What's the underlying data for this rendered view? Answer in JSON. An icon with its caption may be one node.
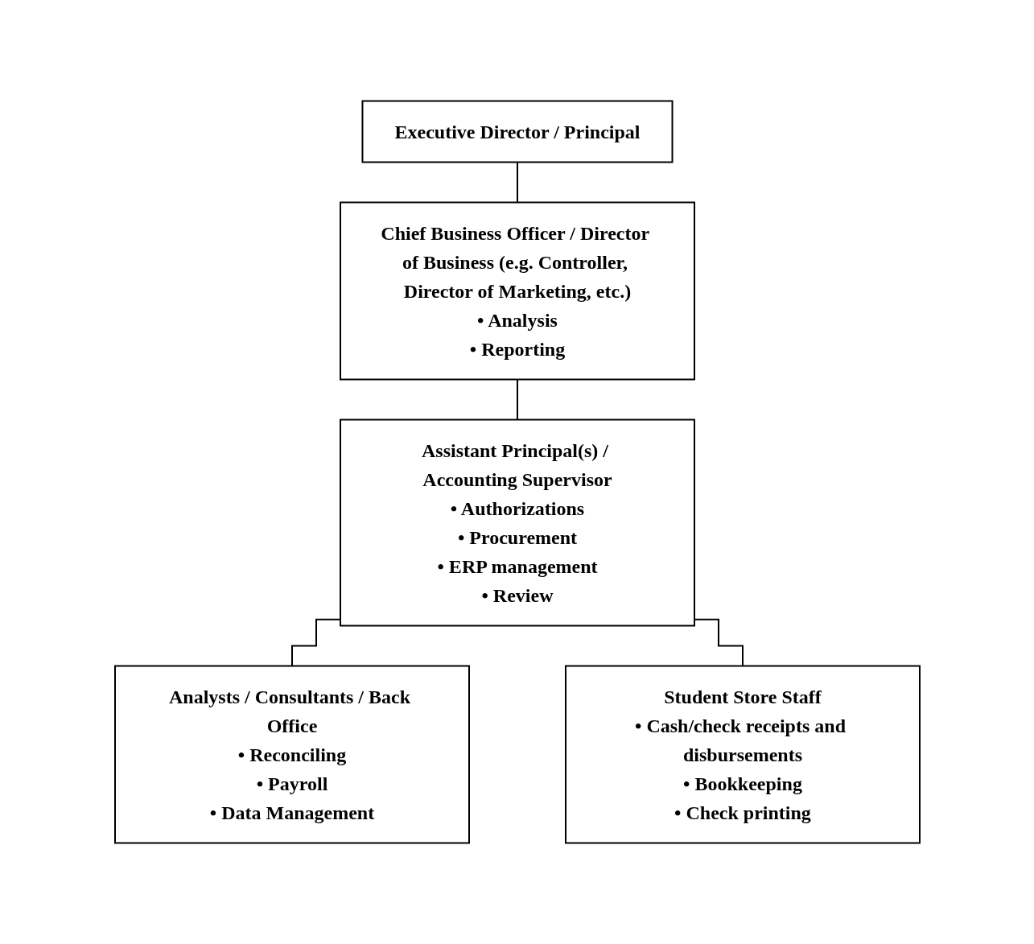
{
  "diagram": {
    "nodes": [
      {
        "text": [
          "Executive Director / Principal"
        ]
      },
      {
        "text": [
          "Chief Business Officer / Director of Business (e.g. Controller, Director of Marketing, etc.)",
          "• Analysis",
          "• Reporting"
        ]
      },
      {
        "text": [
          "Assistant Principal(s) / Accounting Supervisor",
          "• Authorizations",
          "• Procurement",
          "• ERP management",
          "• Review"
        ]
      },
      {
        "text": [
          "Analysts / Consultants / Back Office",
          "• Reconciling",
          "• Payroll",
          "• Data Management"
        ]
      },
      {
        "text": [
          "Student Store Staff",
          "• Cash/check receipts and disbursements",
          "• Bookkeeping",
          "• Check printing"
        ]
      }
    ],
    "edges": [
      {
        "from": 0,
        "to": 1,
        "arrow": "none"
      },
      {
        "from": 1,
        "to": 2,
        "arrow": "none"
      },
      {
        "from": 2,
        "to": 3,
        "arrow": "none"
      },
      {
        "from": 2,
        "to": 4,
        "arrow": "none"
      }
    ]
  }
}
